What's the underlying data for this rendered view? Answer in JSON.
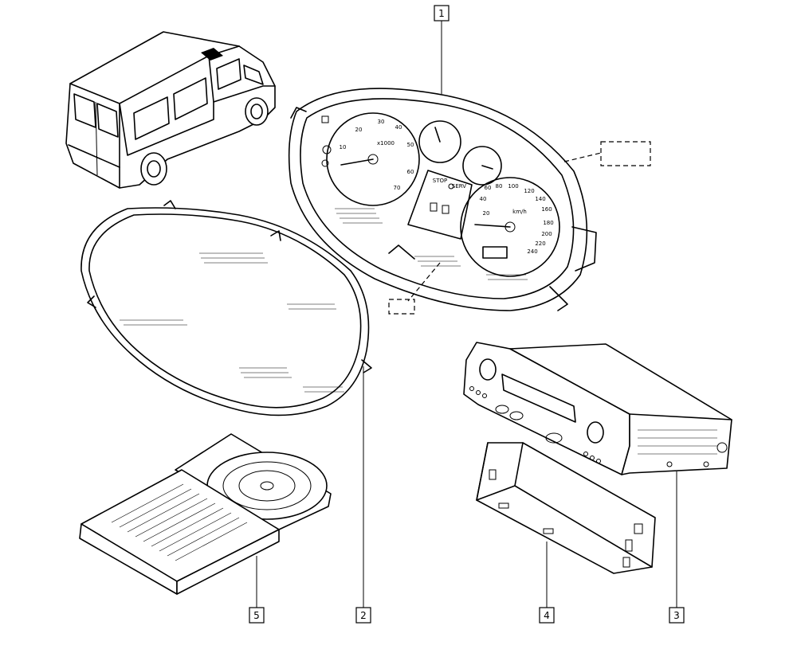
{
  "callouts": [
    {
      "id": "1",
      "label": "1"
    },
    {
      "id": "2",
      "label": "2"
    },
    {
      "id": "3",
      "label": "3"
    },
    {
      "id": "4",
      "label": "4"
    },
    {
      "id": "5",
      "label": "5"
    }
  ],
  "tachometer": {
    "scale": [
      "10",
      "20",
      "30",
      "40",
      "50",
      "60",
      "70"
    ],
    "unit": "x1000"
  },
  "speedometer": {
    "scale": [
      "20",
      "40",
      "60",
      "80",
      "100",
      "120",
      "140",
      "160",
      "180",
      "200",
      "220",
      "240"
    ],
    "unit": "km/h"
  },
  "warning_panel": {
    "stop": "STOP",
    "serv": "SERV"
  },
  "colors": {
    "line": "#000000",
    "background": "#ffffff"
  }
}
